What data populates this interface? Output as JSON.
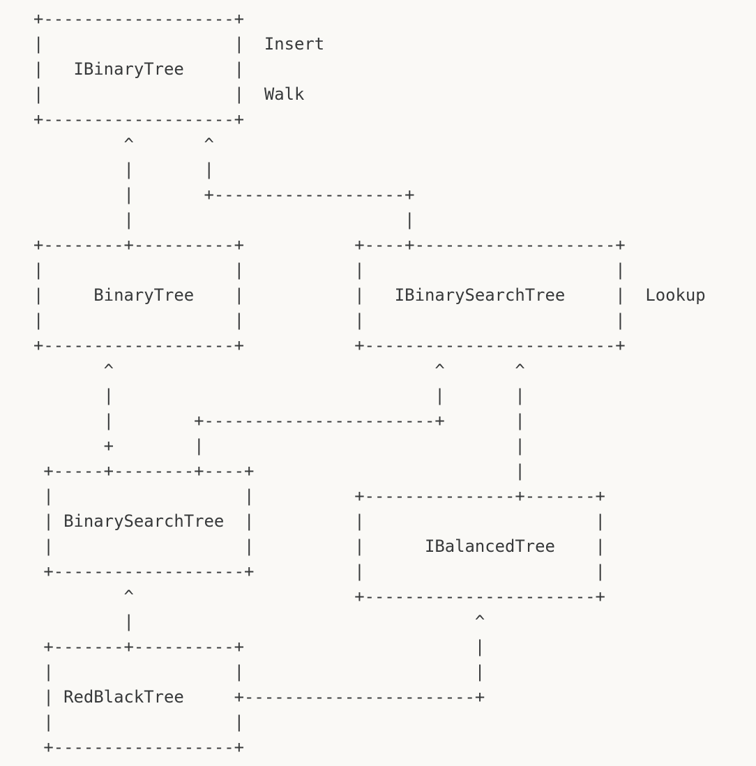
{
  "page": {
    "background_color": "#faf9f6",
    "text_color": "#37393a"
  },
  "diagram": {
    "kind": "ascii-class-inheritance-diagram",
    "boxes": [
      "IBinaryTree",
      "BinaryTree",
      "IBinarySearchTree",
      "BinarySearchTree",
      "IBalancedTree",
      "RedBlackTree"
    ],
    "annotations": [
      "Insert",
      "Walk",
      "Lookup"
    ],
    "edges": [
      {
        "from": "BinaryTree",
        "to": "IBinaryTree"
      },
      {
        "from": "IBinarySearchTree",
        "to": "IBinaryTree"
      },
      {
        "from": "BinarySearchTree",
        "to": "BinaryTree"
      },
      {
        "from": "BinarySearchTree",
        "to": "IBinarySearchTree"
      },
      {
        "from": "IBalancedTree",
        "to": "IBinarySearchTree"
      },
      {
        "from": "RedBlackTree",
        "to": "BinarySearchTree"
      },
      {
        "from": "RedBlackTree",
        "to": "IBalancedTree"
      }
    ],
    "ascii_rows": [
      "+-------------------+",
      "|                   |  Insert",
      "|   IBinaryTree     |",
      "|                   |  Walk",
      "+-------------------+",
      "         ^       ^",
      "         |       |",
      "         |       +-------------------+",
      "         |                           |",
      "+--------+----------+           +----+--------------------+",
      "|                   |           |                         |",
      "|     BinaryTree    |           |   IBinarySearchTree     |  Lookup",
      "|                   |           |                         |",
      "+-------------------+           +-------------------------+",
      "       ^                                ^       ^",
      "       |                                |       |",
      "       |        +-----------------------+       |",
      "       +        |                               |",
      " +-----+--------+----+                          |",
      " |                   |          +---------------+-------+",
      " | BinarySearchTree  |          |                       |",
      " |                   |          |      IBalancedTree    |",
      " +-------------------+          |                       |",
      "         ^                      +-----------------------+",
      "         |                                  ^",
      " +-------+----------+                       |",
      " |                  |                       |",
      " | RedBlackTree     +-----------------------+",
      " |                  |",
      " +------------------+"
    ]
  }
}
